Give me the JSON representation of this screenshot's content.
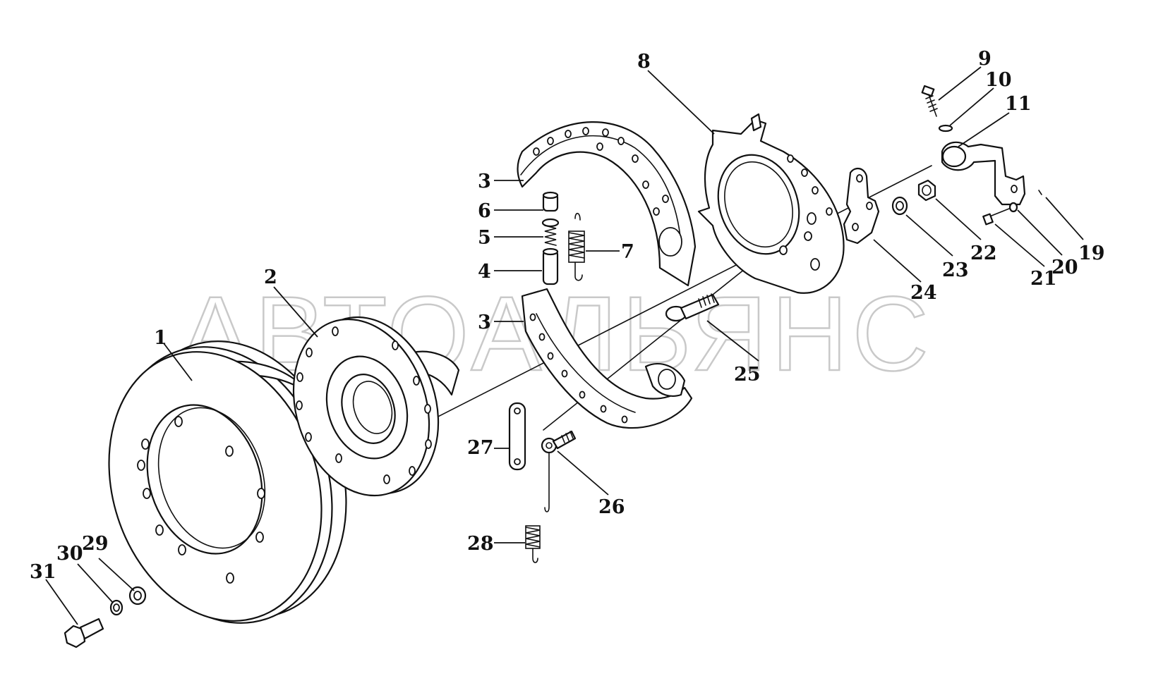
{
  "watermark": "АВТОАЛЬЯНС",
  "colors": {
    "line": "#111111",
    "background": "#ffffff",
    "watermark": "#c9c9c9"
  },
  "callouts": [
    {
      "id": "1",
      "text": "1"
    },
    {
      "id": "2",
      "text": "2"
    },
    {
      "id": "3a",
      "text": "3"
    },
    {
      "id": "3b",
      "text": "3"
    },
    {
      "id": "4",
      "text": "4"
    },
    {
      "id": "5",
      "text": "5"
    },
    {
      "id": "6",
      "text": "6"
    },
    {
      "id": "7",
      "text": "7"
    },
    {
      "id": "8",
      "text": "8"
    },
    {
      "id": "9",
      "text": "9"
    },
    {
      "id": "10",
      "text": "10"
    },
    {
      "id": "11",
      "text": "11"
    },
    {
      "id": "19",
      "text": "19"
    },
    {
      "id": "20",
      "text": "20"
    },
    {
      "id": "21",
      "text": "21"
    },
    {
      "id": "22",
      "text": "22"
    },
    {
      "id": "23",
      "text": "23"
    },
    {
      "id": "24",
      "text": "24"
    },
    {
      "id": "25",
      "text": "25"
    },
    {
      "id": "26",
      "text": "26"
    },
    {
      "id": "27",
      "text": "27"
    },
    {
      "id": "28",
      "text": "28"
    },
    {
      "id": "29",
      "text": "29"
    },
    {
      "id": "30",
      "text": "30"
    },
    {
      "id": "31",
      "text": "31"
    }
  ]
}
